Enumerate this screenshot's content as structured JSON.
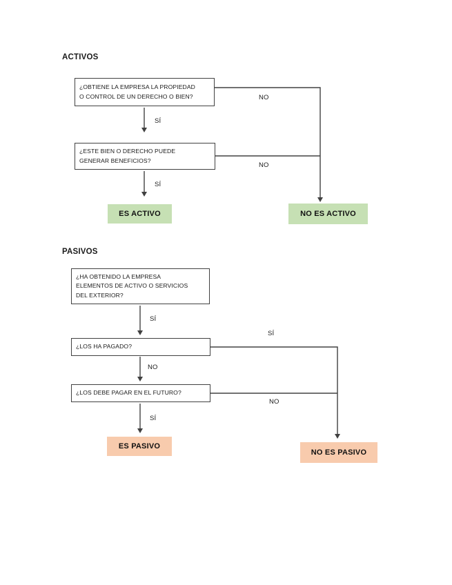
{
  "colors": {
    "line": "#404040",
    "box_border": "#404040",
    "text": "#1a1a1a",
    "activos_result_bg": "#c6e0b4",
    "pasivos_result_bg": "#f8cbad"
  },
  "activos": {
    "title": "ACTIVOS",
    "q1": {
      "text": "¿OBTIENE LA EMPRESA LA PROPIEDAD\nO CONTROL DE UN DERECHO O BIEN?",
      "yes_label": "SÍ",
      "no_label": "NO"
    },
    "q2": {
      "text": "¿ESTE BIEN O DERECHO PUEDE\nGENERAR BENEFICIOS?",
      "yes_label": "SÍ",
      "no_label": "NO"
    },
    "result_yes": "ES ACTIVO",
    "result_no": "NO ES ACTIVO"
  },
  "pasivos": {
    "title": "PASIVOS",
    "q1": {
      "text": "¿HA OBTENIDO LA EMPRESA\nELEMENTOS DE ACTIVO O SERVICIOS\nDEL EXTERIOR?",
      "yes_label": "SÍ"
    },
    "q2": {
      "text": "¿LOS HA PAGADO?",
      "yes_label": "SÍ",
      "no_label": "NO"
    },
    "q3": {
      "text": "¿LOS DEBE PAGAR EN EL FUTURO?",
      "yes_label": "SÍ",
      "no_label": "NO"
    },
    "result_yes": "ES PASIVO",
    "result_no": "NO ES PASIVO"
  }
}
